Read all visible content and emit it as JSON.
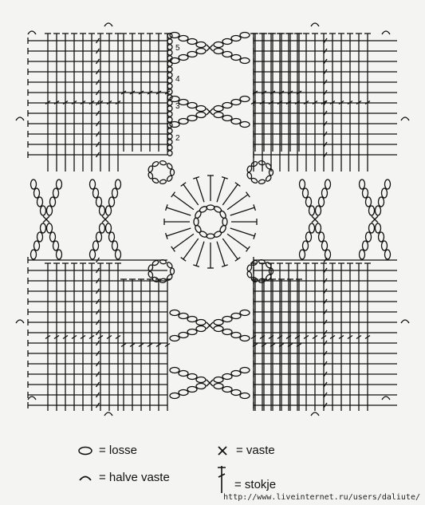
{
  "diagram": {
    "row_numbers": [
      "5",
      "4",
      "3",
      "2"
    ]
  },
  "legend": {
    "chain": "= losse",
    "slip_stitch": "= halve vaste",
    "single_crochet": "= vaste",
    "double_crochet": "= stokje"
  },
  "footer": {
    "url": "http://www.liveinternet.ru/users/daliute/"
  },
  "colors": {
    "ink": "#111111",
    "paper": "#f4f4f2"
  }
}
